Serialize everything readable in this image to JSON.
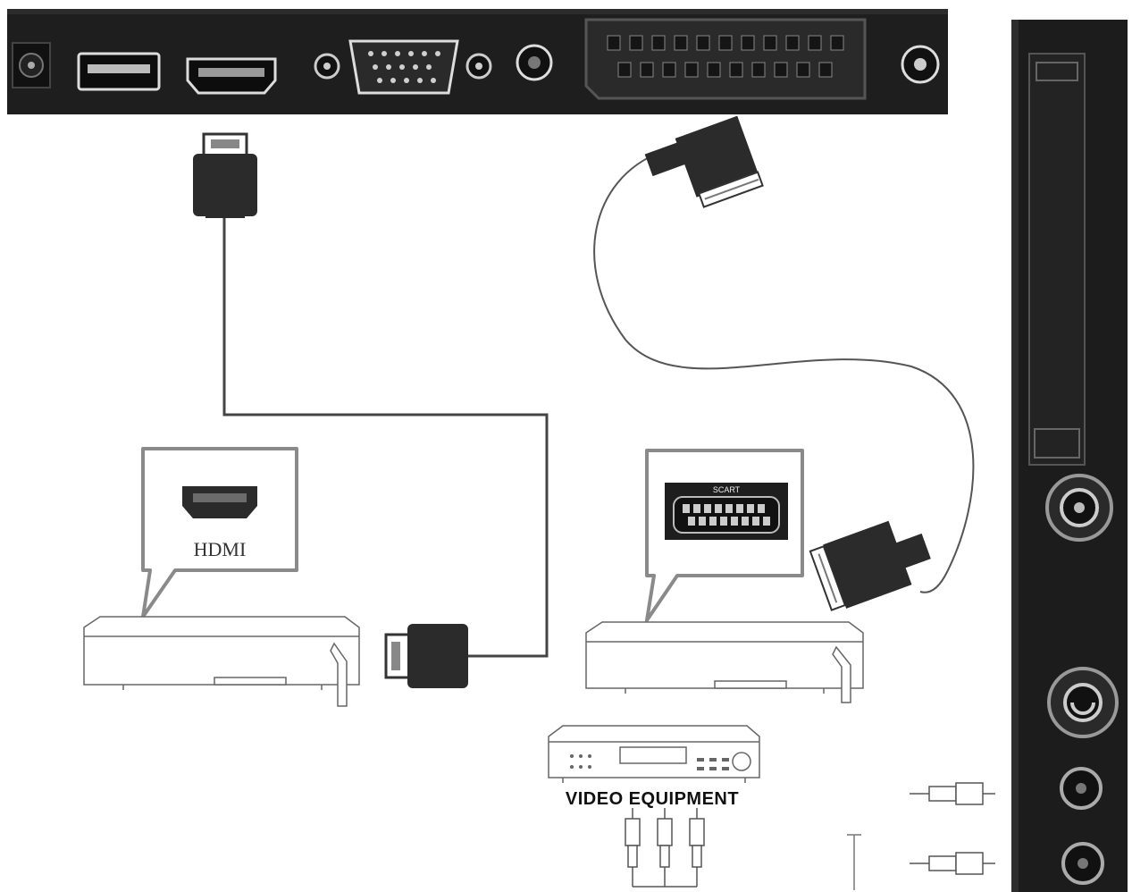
{
  "labels": {
    "hdmi_port": "HDMI",
    "scart_port": "SCART",
    "video_equipment": "VIDEO EQUIPMENT"
  },
  "colors": {
    "panel": "#1e1e1e",
    "connector": "#2b2b2b",
    "outline": "#555555",
    "callout_border": "#8a8a8a"
  },
  "icons": {
    "dc_jack": "dc-power-jack-icon",
    "usb": "usb-port-icon",
    "hdmi": "hdmi-port-icon",
    "vga": "vga-port-icon",
    "scart": "scart-port-icon",
    "rca": "rca-plug-icon"
  }
}
